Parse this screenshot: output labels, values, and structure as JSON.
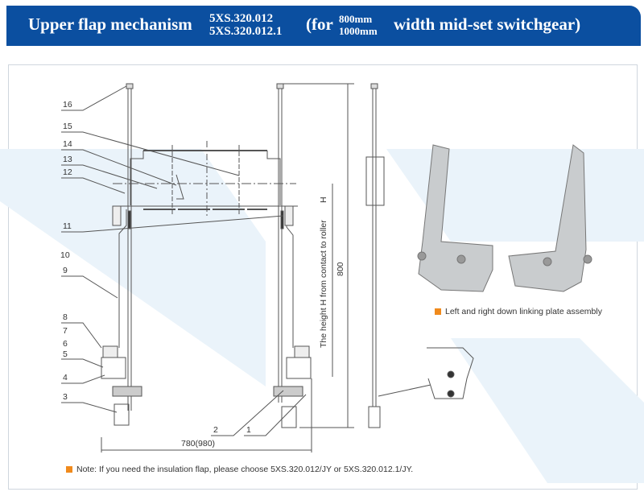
{
  "header": {
    "title": "Upper flap mechanism",
    "code_1": "5XS.320.012",
    "code_2": "5XS.320.012.1",
    "for_text": "(for",
    "width_1": "800mm",
    "width_2": "1000mm",
    "suffix": "width mid-set switchgear)"
  },
  "drawing": {
    "part_numbers": [
      "16",
      "15",
      "14",
      "13",
      "12",
      "11",
      "10",
      "9",
      "8",
      "7",
      "6",
      "5",
      "4",
      "3",
      "2",
      "1"
    ],
    "width_dim": "780(980)",
    "height_dim": "800",
    "height_label": "The height H from contact to roller",
    "h_label": "H"
  },
  "photo_caption": "Left and right down linking plate assembly",
  "note": "Note: If you need the insulation flap, please choose 5XS.320.012/JY or 5XS.320.012.1/JY.",
  "colors": {
    "header": "#0b4fa0",
    "accent": "#f08a1c"
  }
}
